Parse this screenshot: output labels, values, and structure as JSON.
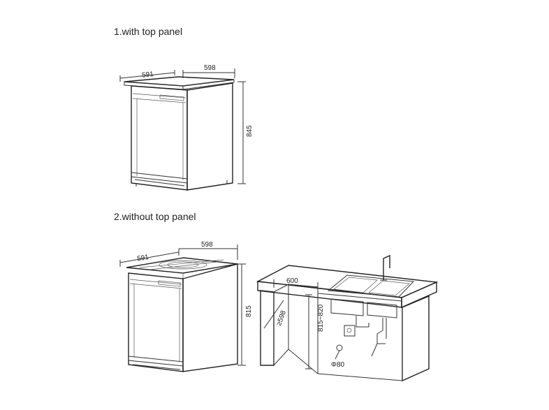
{
  "headings": {
    "with_panel": "1.with top panel",
    "without_panel": "2.without top panel"
  },
  "figure1": {
    "width": "598",
    "depth": "591",
    "height": "845"
  },
  "figure2": {
    "width": "598",
    "depth": "591",
    "height": "815"
  },
  "installation": {
    "niche_width": "600",
    "niche_depth": "≥598",
    "niche_height": "815~820",
    "hole_diameter": "Φ80"
  },
  "colors": {
    "line": "#333333",
    "background": "#ffffff"
  }
}
